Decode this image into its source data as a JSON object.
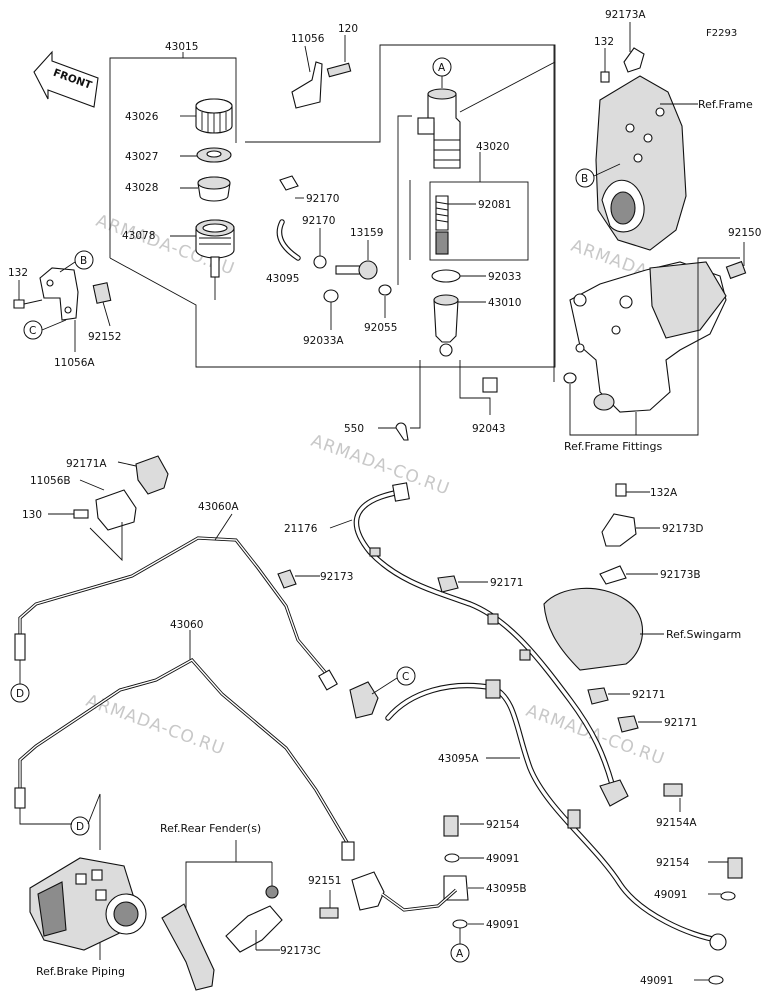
{
  "figure_id": "F2293",
  "front_label": "FRONT",
  "watermark": "ARMADA-CO.RU",
  "callouts": {
    "a": "A",
    "b": "B",
    "c": "C",
    "d": "D"
  },
  "references": {
    "frame": "Ref.Frame",
    "frame_fittings": "Ref.Frame Fittings",
    "swingarm": "Ref.Swingarm",
    "rear_fender": "Ref.Rear Fender(s)",
    "brake_piping": "Ref.Brake Piping"
  },
  "parts": {
    "p43015": "43015",
    "p43026": "43026",
    "p43027": "43027",
    "p43028": "43028",
    "p43078": "43078",
    "p132": "132",
    "p132b": "132",
    "p132a": "132A",
    "p11056a": "11056A",
    "p92152": "92152",
    "p11056": "11056",
    "p120": "120",
    "p92170a": "92170",
    "p92170b": "92170",
    "p13159": "13159",
    "p43095": "43095",
    "p92033a": "92033A",
    "p92055": "92055",
    "p43020": "43020",
    "p92081": "92081",
    "p92033": "92033",
    "p43010": "43010",
    "p550": "550",
    "p92043": "92043",
    "p92173a": "92173A",
    "p92150": "92150",
    "p92171a": "92171A",
    "p11056b": "11056B",
    "p130": "130",
    "p43060a": "43060A",
    "p21176": "21176",
    "p92173": "92173",
    "p92171_1": "92171",
    "p92171_2": "92171",
    "p92171_3": "92171",
    "p92173d": "92173D",
    "p92173b": "92173B",
    "p43060": "43060",
    "p43095a": "43095A",
    "p92154a": "92154A",
    "p92154_1": "92154",
    "p92154_2": "92154",
    "p49091_1": "49091",
    "p49091_2": "49091",
    "p49091_3": "49091",
    "p49091_4": "49091",
    "p43095b": "43095B",
    "p92151": "92151",
    "p92173c": "92173C"
  },
  "colors": {
    "line": "#111111",
    "watermark": "#c8c8c8",
    "fill_gray": "#dcdcdc"
  }
}
